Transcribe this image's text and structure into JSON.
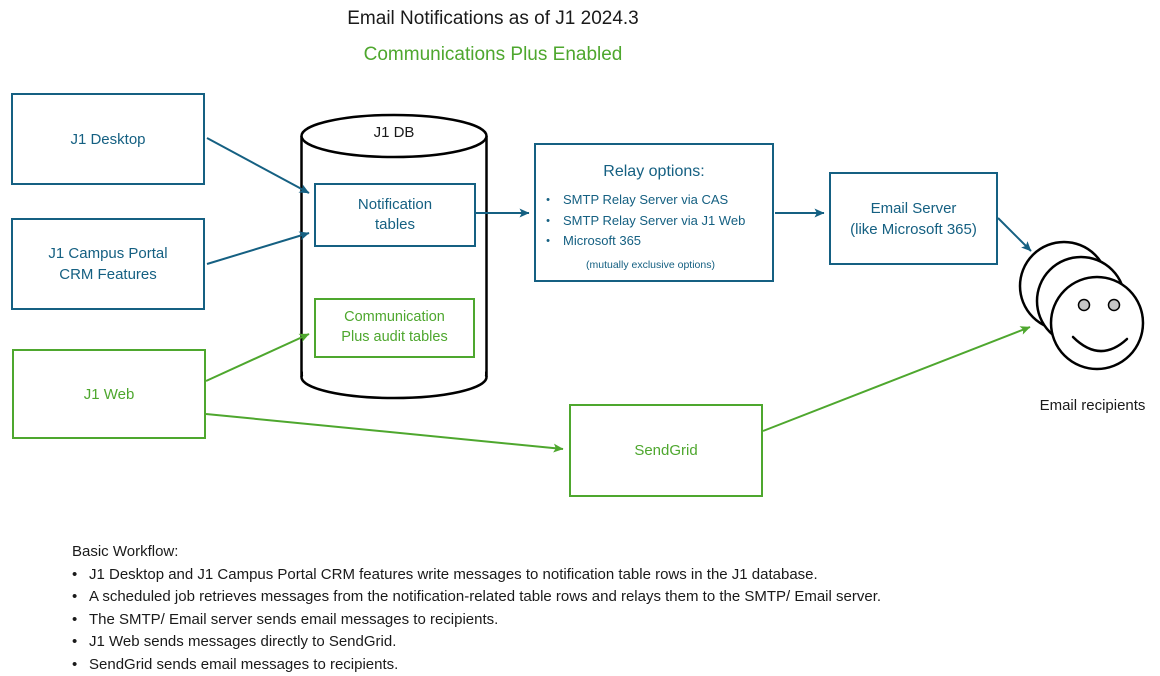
{
  "title": "Email Notifications as of J1 2024.3",
  "subtitle": "Communications Plus Enabled",
  "colors": {
    "blue": "#156082",
    "green": "#4EA72E",
    "outline": "#000000",
    "text": "#1a1a1a",
    "eye_fill": "#c6c6c6"
  },
  "bullet_char": "•",
  "nodes": {
    "j1_desktop": {
      "label": "J1 Desktop"
    },
    "j1_campus_portal": {
      "lines": [
        "J1 Campus Portal",
        "CRM Features"
      ]
    },
    "j1_web": {
      "label": "J1 Web"
    },
    "j1_db": {
      "label": "J1 DB"
    },
    "notification_tables": {
      "lines": [
        "Notification",
        "tables"
      ]
    },
    "comm_plus_audit_tables": {
      "lines": [
        "Communication",
        "Plus audit tables"
      ]
    },
    "relay_options": {
      "heading": "Relay options:",
      "options": [
        "SMTP Relay Server via CAS",
        "SMTP Relay Server via J1 Web",
        "Microsoft 365"
      ],
      "note": "(mutually exclusive options)"
    },
    "email_server": {
      "lines": [
        "Email Server",
        "(like Microsoft 365)"
      ]
    },
    "sendgrid": {
      "label": "SendGrid"
    },
    "email_recipients": {
      "label": "Email recipients"
    }
  },
  "workflow": {
    "heading": "Basic Workflow:",
    "bullets": [
      "J1 Desktop and J1 Campus Portal CRM features write messages to notification table rows in the J1 database.",
      "A scheduled job retrieves messages from the notification-related table rows and relays them to the SMTP/ Email server.",
      "The SMTP/ Email server sends email messages to recipients.",
      "J1 Web sends messages directly to SendGrid.",
      "SendGrid sends email messages to recipients."
    ]
  }
}
